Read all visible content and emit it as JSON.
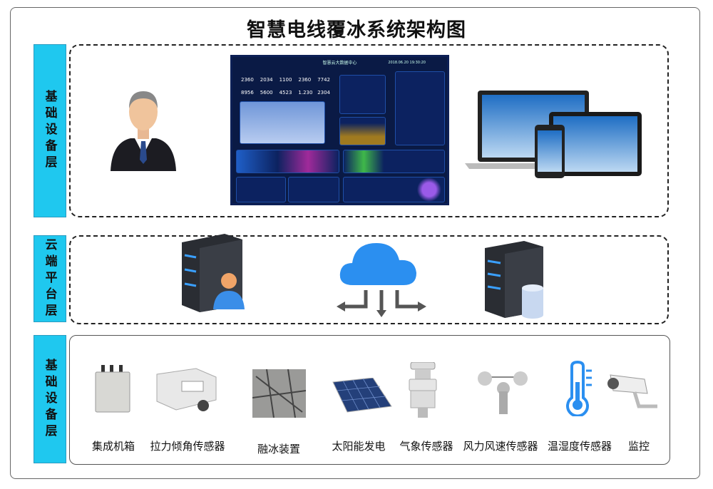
{
  "title": "智慧电线覆冰系统架构图",
  "layers": [
    {
      "label": "基础设备层"
    },
    {
      "label": "云端平台层"
    },
    {
      "label": "基础设备层"
    }
  ],
  "dashboard": {
    "title": "智慧云大数据中心",
    "datetime": "2018.06.20 19:30:20",
    "numbers": [
      "2360",
      "2034",
      "1100",
      "2360",
      "7742",
      "8956",
      "5600",
      "4523",
      "1.230",
      "2304"
    ]
  },
  "devices": [
    {
      "label": "集成机箱"
    },
    {
      "label": "拉力倾角传感器"
    },
    {
      "label": "融冰装置"
    },
    {
      "label": "太阳能发电"
    },
    {
      "label": "气象传感器"
    },
    {
      "label": "风力风速传感器"
    },
    {
      "label": "温湿度传感器"
    },
    {
      "label": "监控"
    }
  ],
  "colors": {
    "layer_label_bg": "#1fc8ef",
    "cloud": "#2b8ff0",
    "server": "#2a2d33",
    "server_led": "#3aa0ff"
  }
}
